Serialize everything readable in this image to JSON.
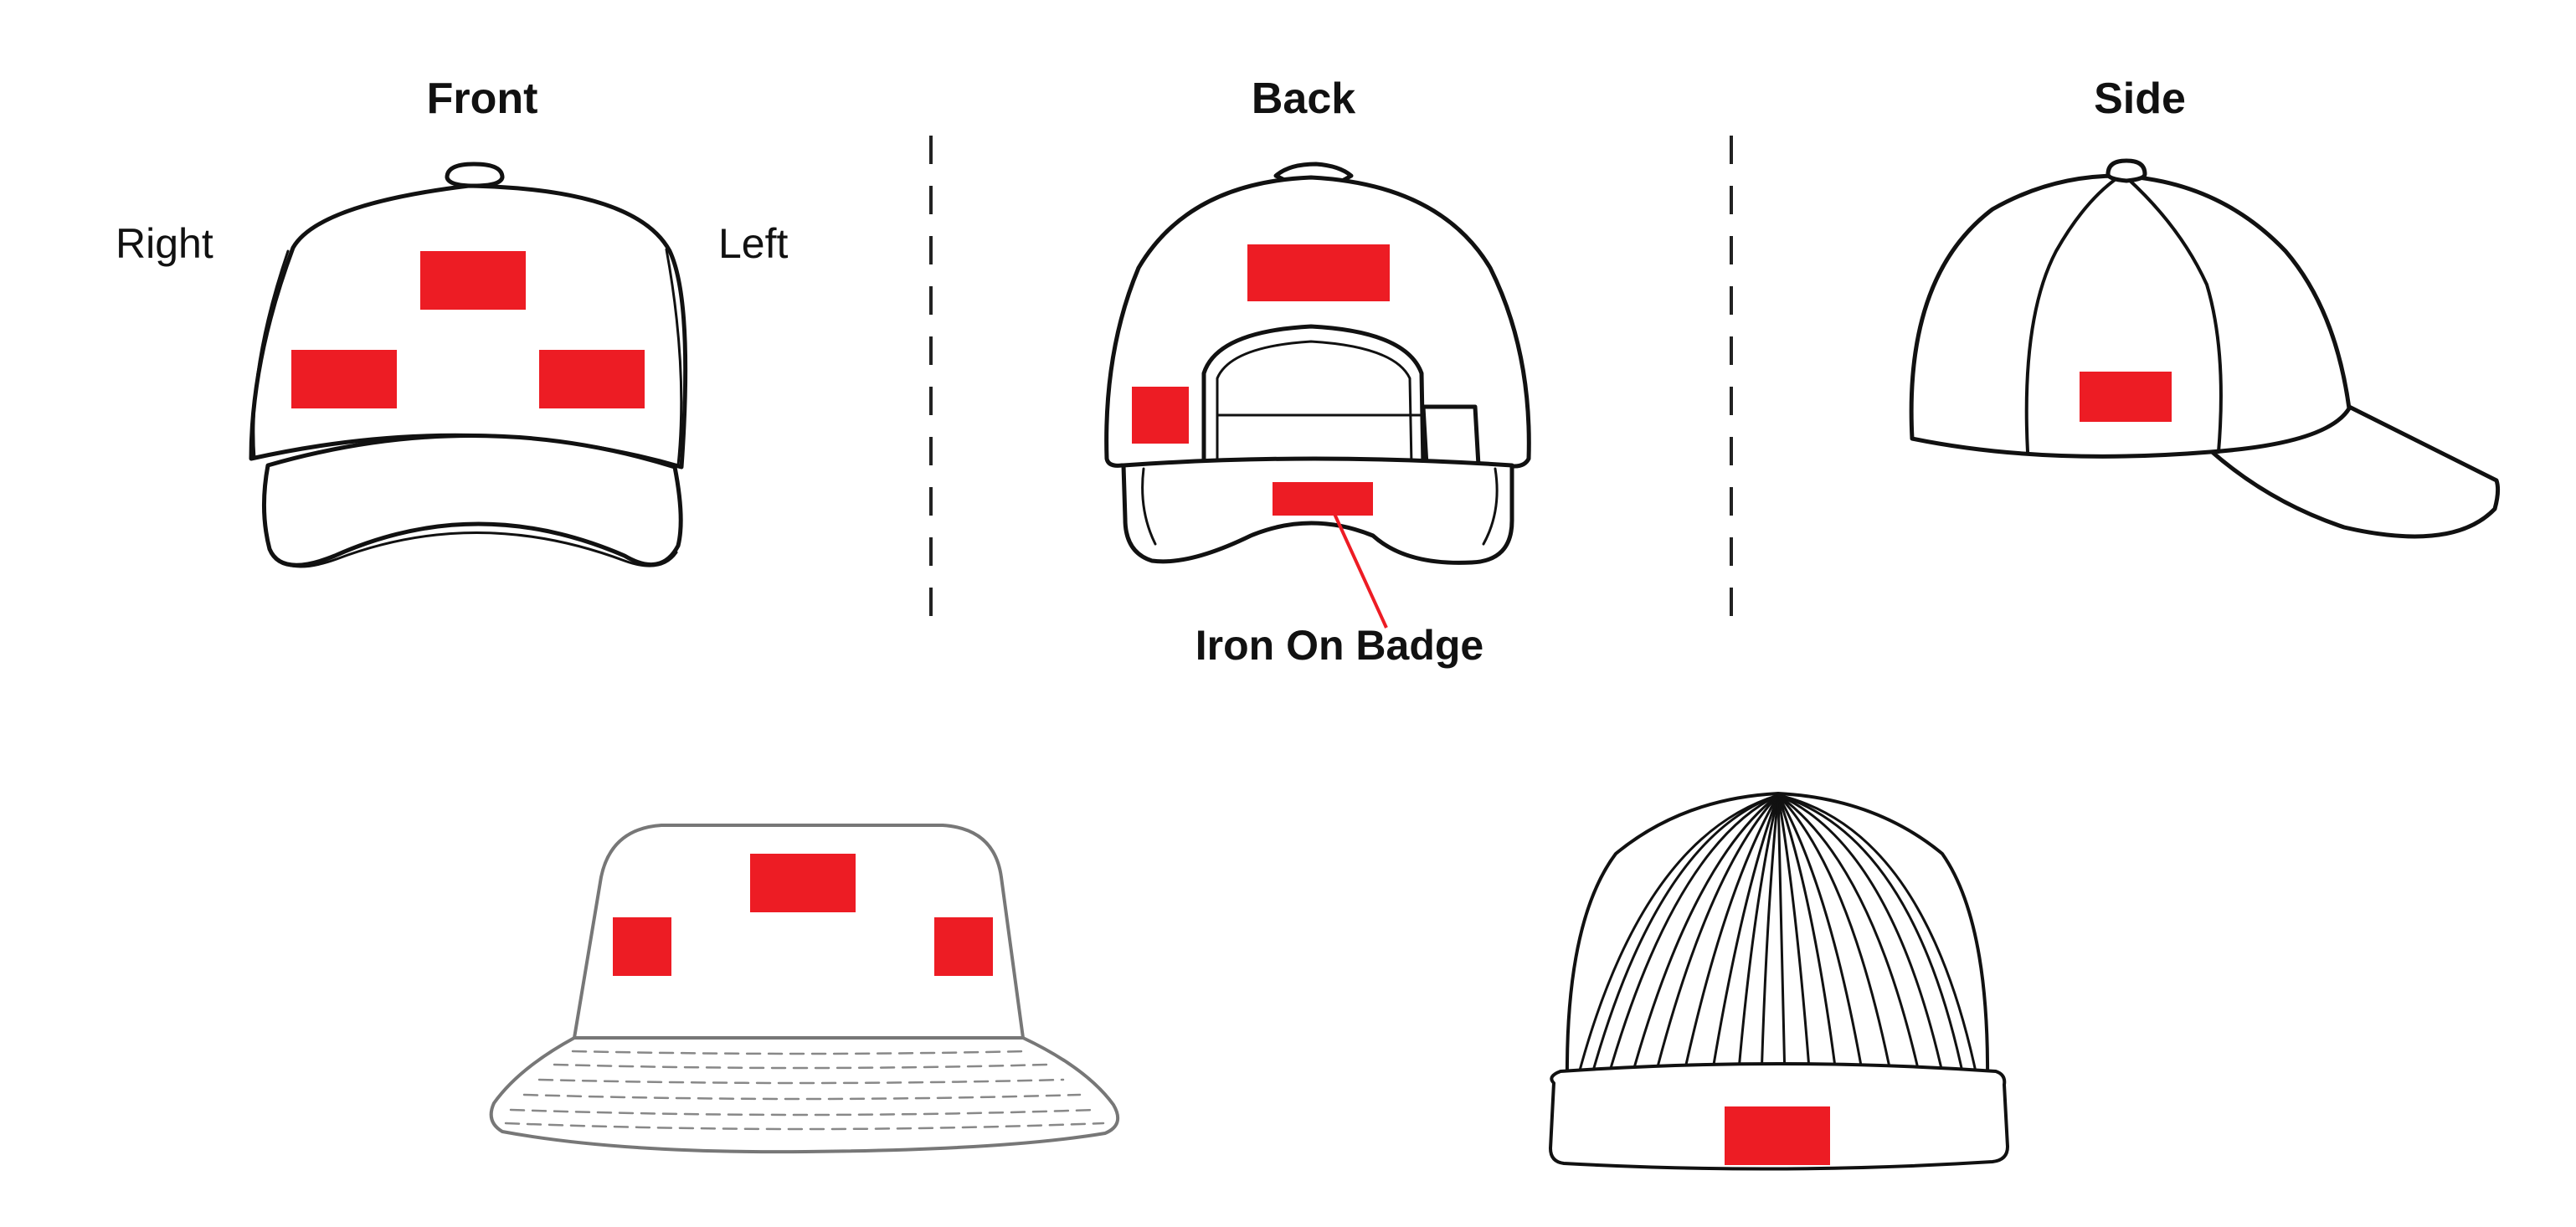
{
  "views": {
    "front_title": "Front",
    "back_title": "Back",
    "side_title": "Side",
    "right_label": "Right",
    "left_label": "Left"
  },
  "callout": {
    "label": "Iron On Badge"
  },
  "colors": {
    "placement": "#ed1c24",
    "outline": "#111111",
    "divider": "#222222",
    "bucket_outline": "#777777"
  }
}
